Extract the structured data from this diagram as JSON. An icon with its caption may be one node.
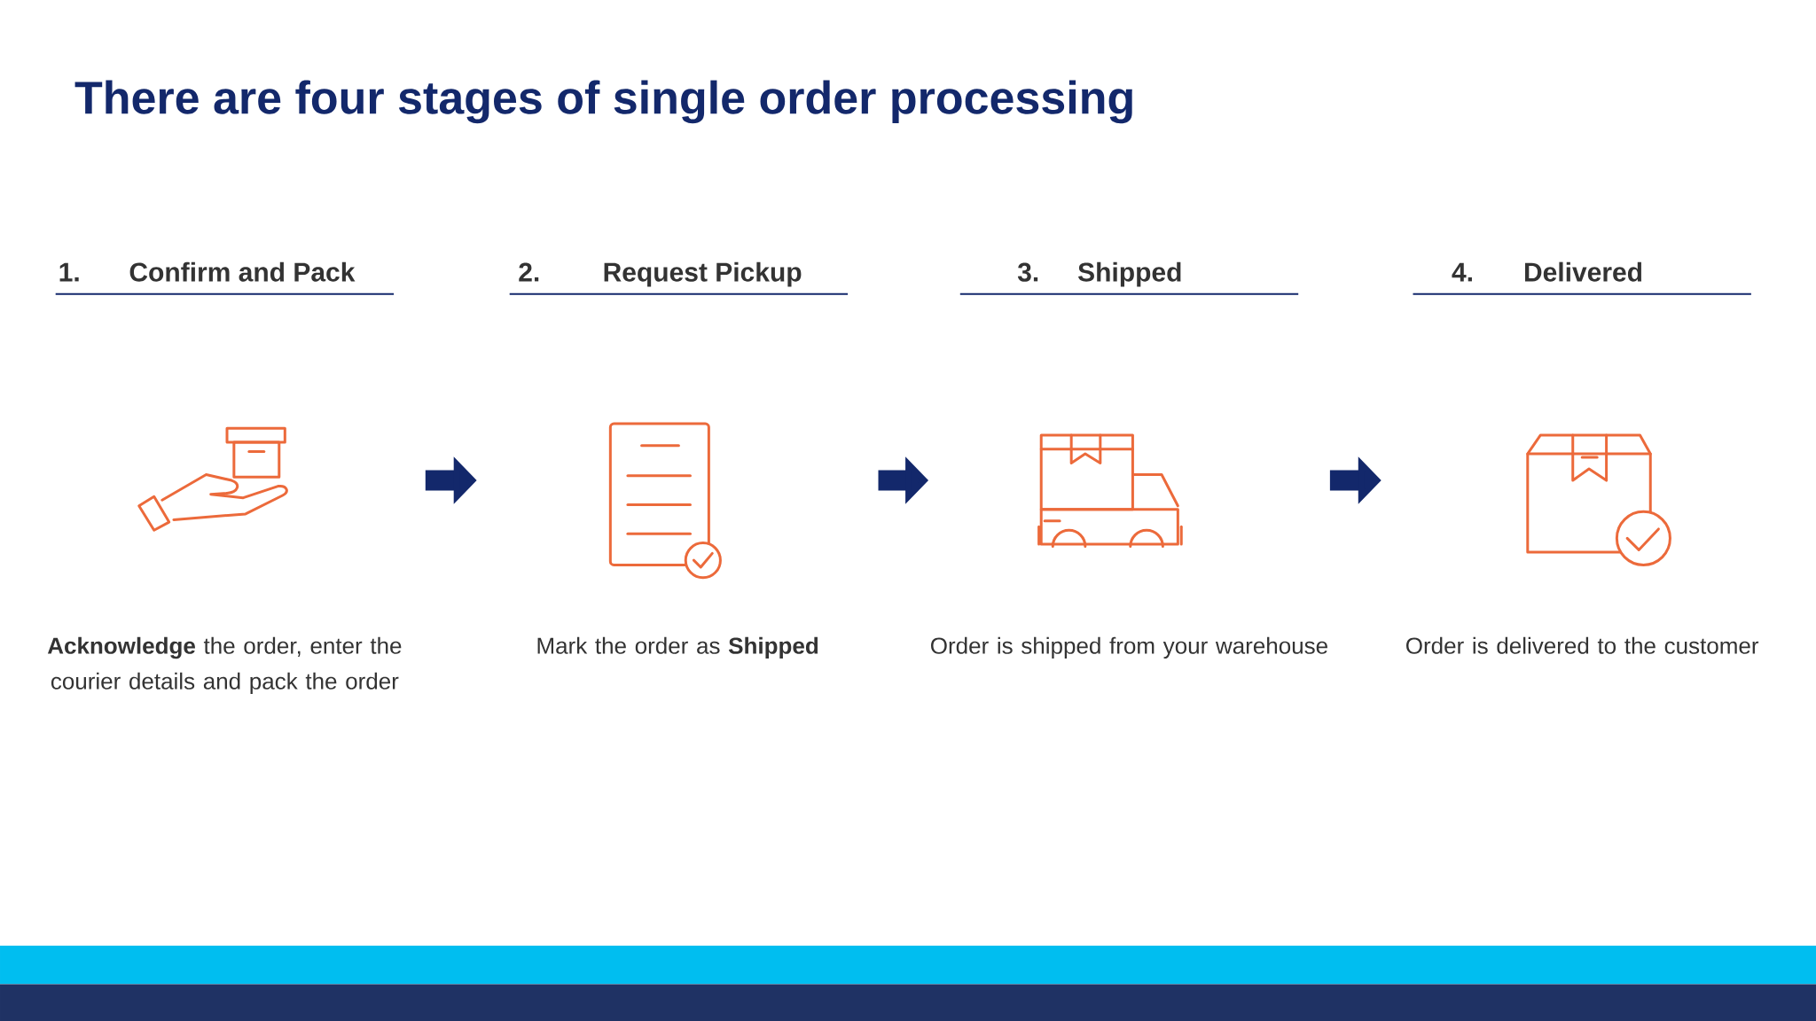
{
  "diagram": {
    "title": "There are four stages of single order processing",
    "nodes": [
      {
        "text": [
          "1.",
          "Confirm and Pack",
          "**Acknowledge** the order, enter the courier details and pack the order"
        ]
      },
      {
        "text": [
          "2.",
          "Request Pickup",
          "Mark the order as **Shipped**"
        ]
      },
      {
        "text": [
          "3.",
          "Shipped",
          "Order is shipped from your warehouse"
        ]
      },
      {
        "text": [
          "4.",
          "Delivered",
          "Order is delivered to the customer"
        ]
      }
    ],
    "edges": [
      {
        "from": 0,
        "to": 1,
        "arrow": "to"
      },
      {
        "from": 1,
        "to": 2,
        "arrow": "to"
      },
      {
        "from": 2,
        "to": 3,
        "arrow": "to"
      }
    ]
  }
}
